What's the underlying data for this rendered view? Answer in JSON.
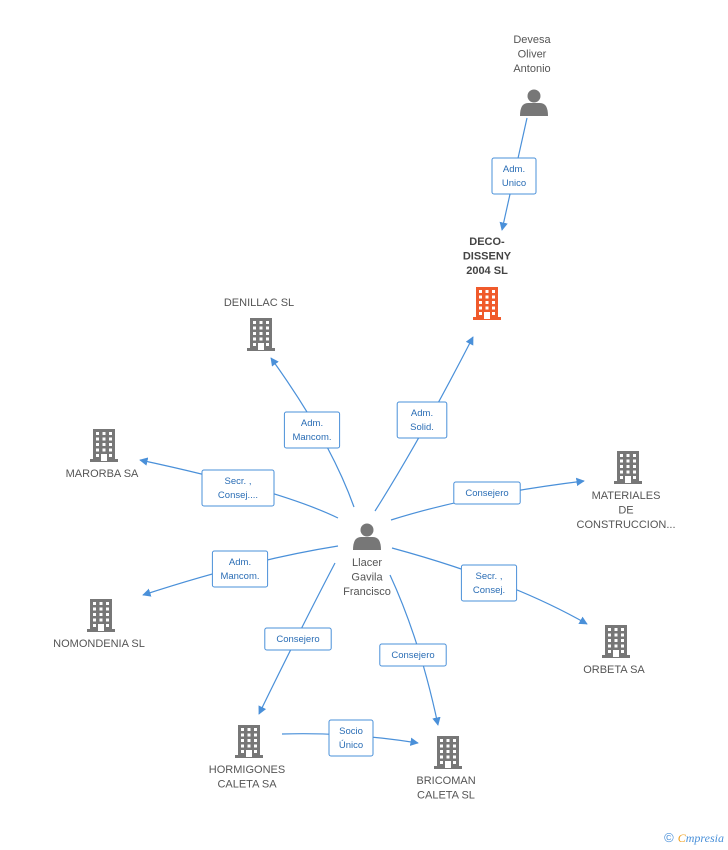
{
  "colors": {
    "edge": "#4a90d9",
    "company": "#777777",
    "company_focus": "#f05a2b",
    "person": "#777777"
  },
  "nodes": [
    {
      "id": "llacer",
      "type": "person",
      "lines": [
        "Llacer",
        "Gavila",
        "Francisco"
      ]
    },
    {
      "id": "devesa",
      "type": "person",
      "lines": [
        "Devesa",
        "Oliver",
        "Antonio"
      ]
    },
    {
      "id": "deco",
      "type": "company",
      "focus": true,
      "lines": [
        "DECO-",
        "DISSENY",
        "2004  SL"
      ]
    },
    {
      "id": "denillac",
      "type": "company",
      "lines": [
        "DENILLAC SL"
      ]
    },
    {
      "id": "marorba",
      "type": "company",
      "lines": [
        "MARORBA SA"
      ]
    },
    {
      "id": "materiales",
      "type": "company",
      "lines": [
        "MATERIALES",
        "DE",
        "CONSTRUCCION..."
      ]
    },
    {
      "id": "nomondenia",
      "type": "company",
      "lines": [
        "NOMONDENIA SL"
      ]
    },
    {
      "id": "orbeta",
      "type": "company",
      "lines": [
        "ORBETA SA"
      ]
    },
    {
      "id": "hormigones",
      "type": "company",
      "lines": [
        "HORMIGONES",
        "CALETA SA"
      ]
    },
    {
      "id": "bricoman",
      "type": "company",
      "lines": [
        "BRICOMAN",
        "CALETA SL"
      ]
    }
  ],
  "edges": [
    {
      "from": "devesa",
      "to": "deco",
      "role": [
        "Adm.",
        "Unico"
      ]
    },
    {
      "from": "llacer",
      "to": "deco",
      "role": [
        "Adm.",
        "Solid."
      ]
    },
    {
      "from": "llacer",
      "to": "denillac",
      "role": [
        "Adm.",
        "Mancom."
      ]
    },
    {
      "from": "llacer",
      "to": "marorba",
      "role": [
        "Secr. ,",
        "Consej...."
      ]
    },
    {
      "from": "llacer",
      "to": "materiales",
      "role": [
        "Consejero"
      ]
    },
    {
      "from": "llacer",
      "to": "nomondenia",
      "role": [
        "Adm.",
        "Mancom."
      ]
    },
    {
      "from": "llacer",
      "to": "orbeta",
      "role": [
        "Secr. ,",
        "Consej."
      ]
    },
    {
      "from": "llacer",
      "to": "hormigones",
      "role": [
        "Consejero"
      ]
    },
    {
      "from": "llacer",
      "to": "bricoman",
      "role": [
        "Consejero"
      ]
    },
    {
      "from": "hormigones",
      "to": "bricoman",
      "role": [
        "Socio",
        "Único"
      ]
    }
  ],
  "footer": {
    "copyright_symbol": "©",
    "brand_first": "C",
    "brand_rest": "mpresia"
  }
}
